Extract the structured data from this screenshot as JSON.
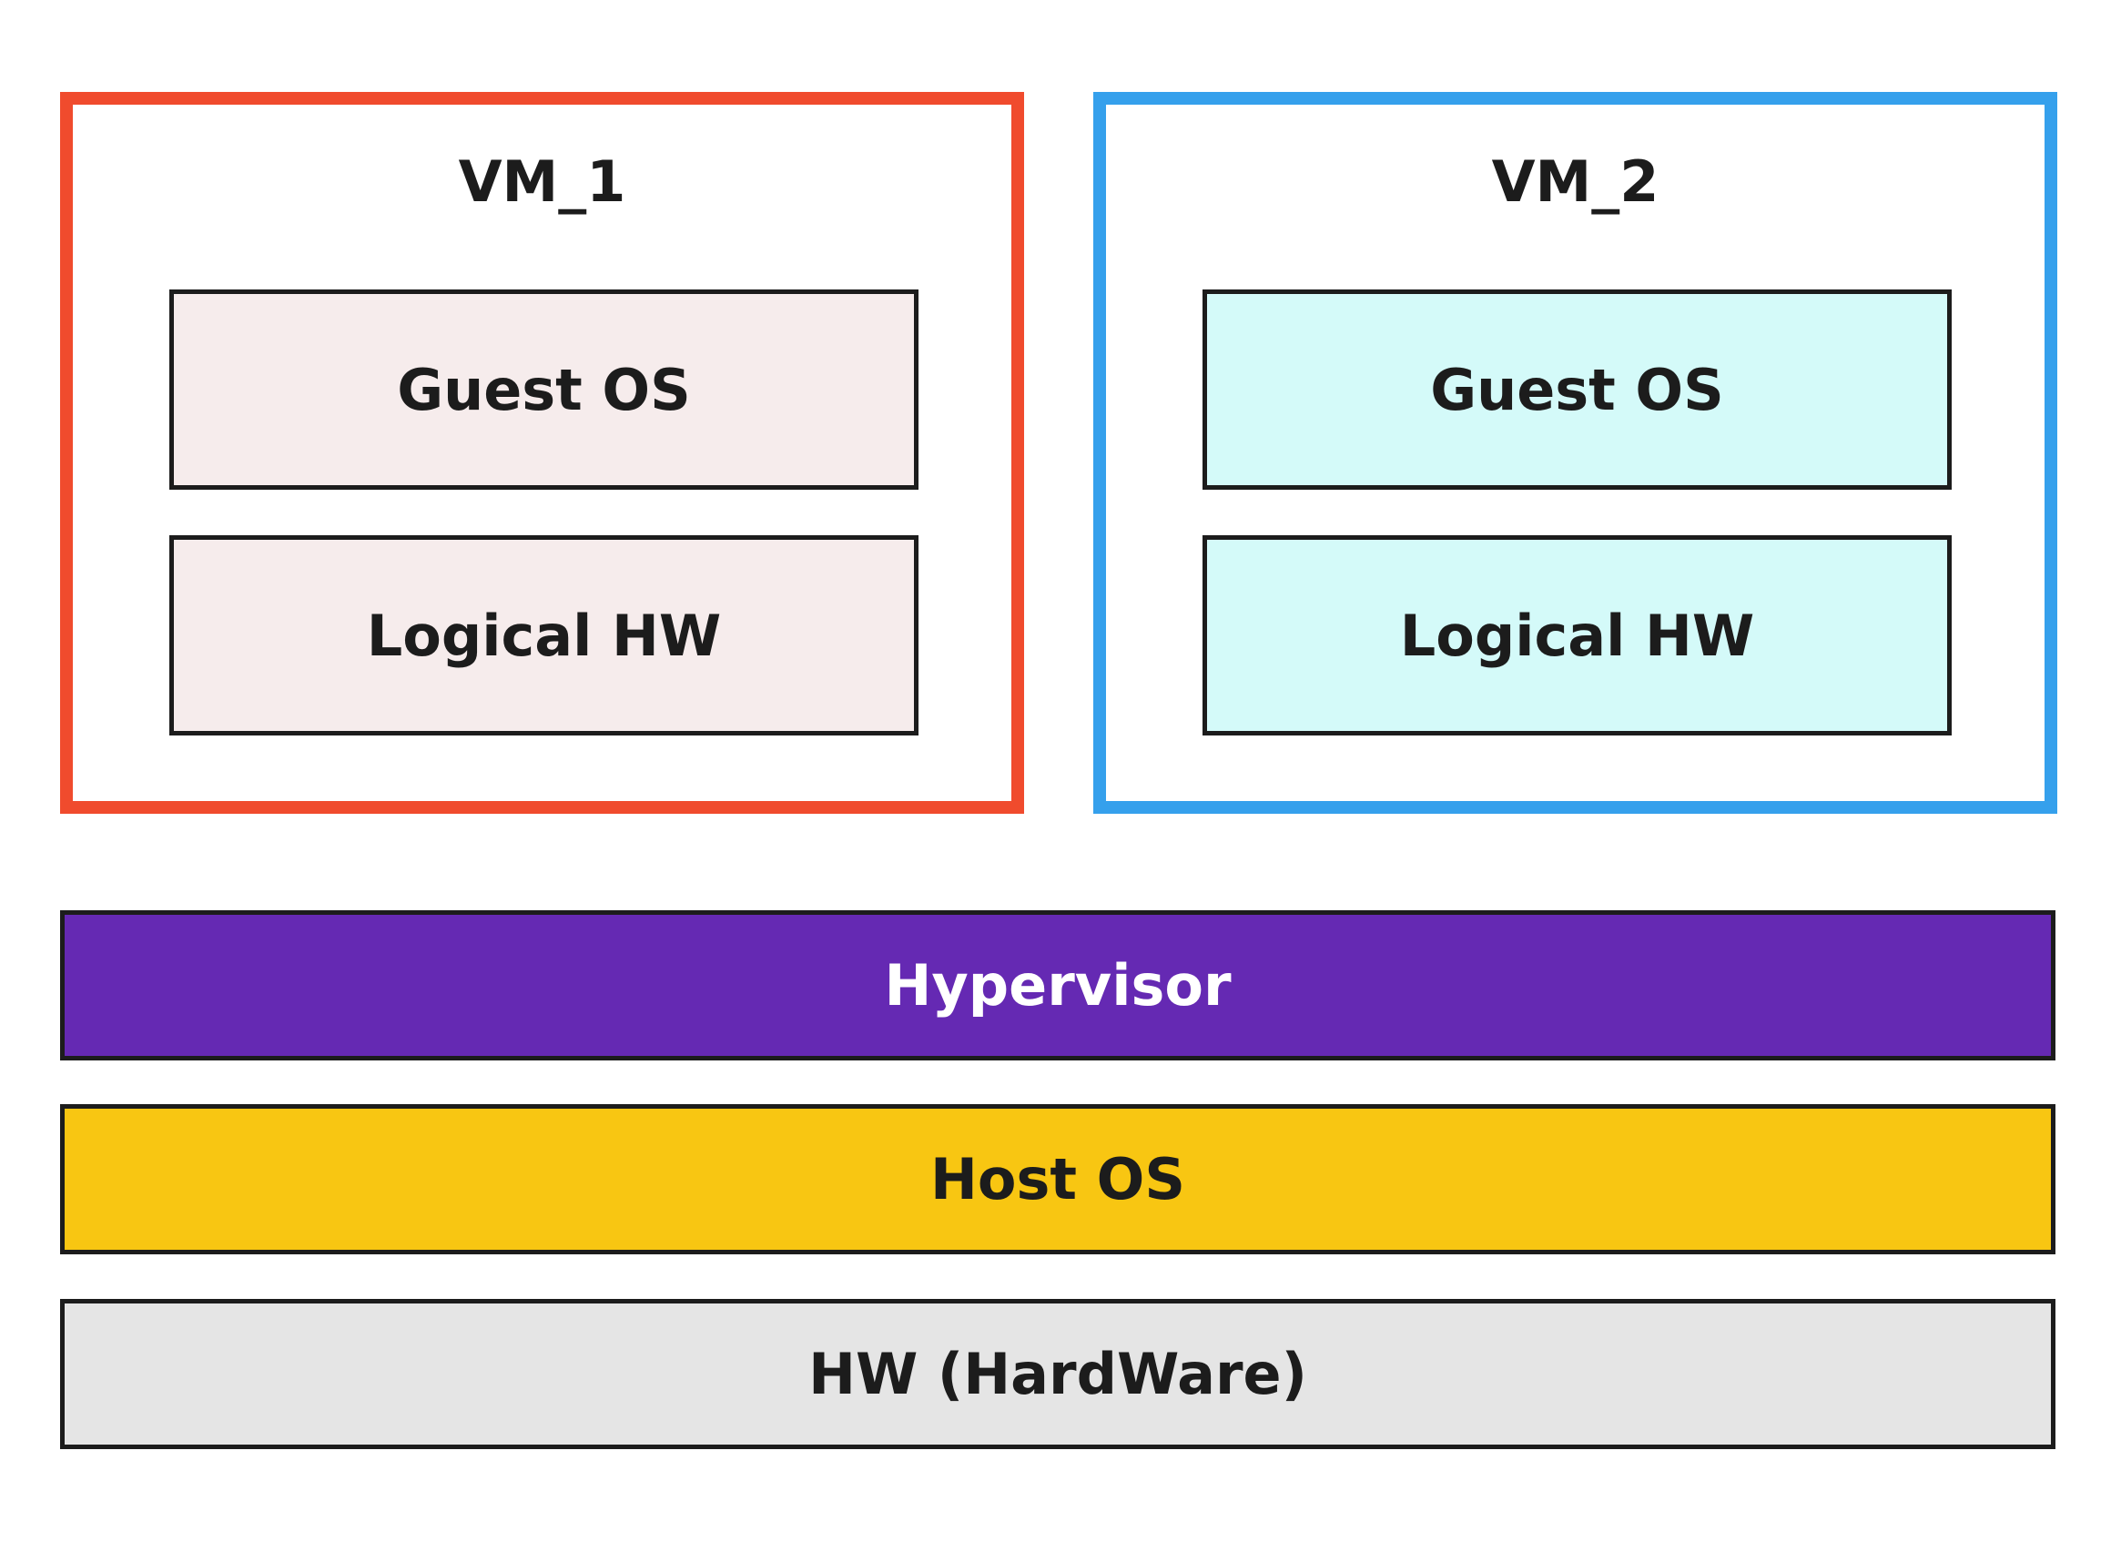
{
  "vms": [
    {
      "title": "VM_1",
      "border_color": "#f04b2d",
      "fill_color": "#f6ecec",
      "layers": {
        "guest_os": "Guest OS",
        "logical_hw": "Logical HW"
      }
    },
    {
      "title": "VM_2",
      "border_color": "#35a0ec",
      "fill_color": "#d4faf9",
      "layers": {
        "guest_os": "Guest OS",
        "logical_hw": "Logical HW"
      }
    }
  ],
  "stack": {
    "hypervisor": {
      "label": "Hypervisor",
      "fill_color": "#6529b3",
      "text_color": "#ffffff"
    },
    "host_os": {
      "label": "Host OS",
      "fill_color": "#f8c612",
      "text_color": "#1c1c1c"
    },
    "hardware": {
      "label": "HW (HardWare)",
      "fill_color": "#e5e5e5",
      "text_color": "#1c1c1c"
    }
  }
}
